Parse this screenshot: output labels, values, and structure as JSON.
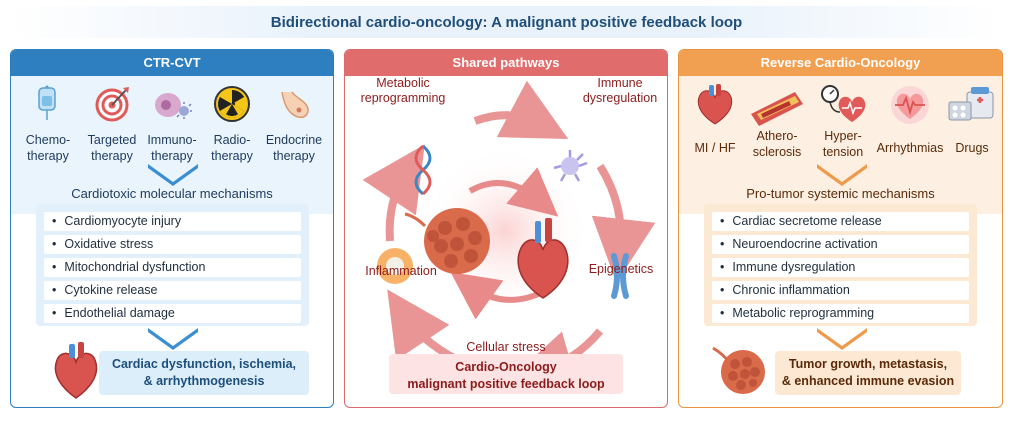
{
  "title": "Bidirectional cardio-oncology: A malignant positive feedback loop",
  "left": {
    "header": "CTR-CVT",
    "therapies": [
      {
        "line1": "Chemo-",
        "line2": "therapy",
        "icon": "iv-bag-icon"
      },
      {
        "line1": "Targeted",
        "line2": "therapy",
        "icon": "target-icon"
      },
      {
        "line1": "Immuno-",
        "line2": "therapy",
        "icon": "immune-cell-icon"
      },
      {
        "line1": "Radio-",
        "line2": "therapy",
        "icon": "radiation-icon"
      },
      {
        "line1": "Endocrine",
        "line2": "therapy",
        "icon": "breast-icon"
      }
    ],
    "section_title": "Cardiotoxic molecular mechanisms",
    "mechanisms": [
      "Cardiomyocyte injury",
      "Oxidative stress",
      "Mitochondrial dysfunction",
      "Cytokine release",
      "Endothelial damage"
    ],
    "outcome_line1": "Cardiac dysfunction, ischemia,",
    "outcome_line2": "& arrhythmogenesis"
  },
  "middle": {
    "header": "Shared pathways",
    "metabolic_line1": "Metabolic",
    "metabolic_line2": "reprogramming",
    "immune_line1": "Immune",
    "immune_line2": "dysregulation",
    "inflammation": "Inflammation",
    "epigenetics": "Epigenetics",
    "cellular_stress": "Cellular stress",
    "footer_line1": "Cardio-Oncology",
    "footer_line2": "malignant positive feedback loop"
  },
  "right": {
    "header": "Reverse Cardio-Oncology",
    "conditions": [
      {
        "line1": "MI / HF",
        "line2": "",
        "icon": "heart-icon"
      },
      {
        "line1": "Athero-",
        "line2": "sclerosis",
        "icon": "artery-icon"
      },
      {
        "line1": "Hyper-",
        "line2": "tension",
        "icon": "blood-pressure-icon"
      },
      {
        "line1": "Arrhythmias",
        "line2": "",
        "icon": "ecg-heart-icon"
      },
      {
        "line1": "Drugs",
        "line2": "",
        "icon": "pills-icon"
      }
    ],
    "section_title": "Pro-tumor systemic mechanisms",
    "mechanisms": [
      "Cardiac secretome release",
      "Neuroendocrine activation",
      "Immune dysregulation",
      "Chronic inflammation",
      "Metabolic reprogramming"
    ],
    "outcome_line1": "Tumor growth, metastasis,",
    "outcome_line2": "& enhanced immune evasion"
  },
  "colors": {
    "blue": "#2e7fbf",
    "red": "#e06c6c",
    "orange": "#f0a050"
  }
}
